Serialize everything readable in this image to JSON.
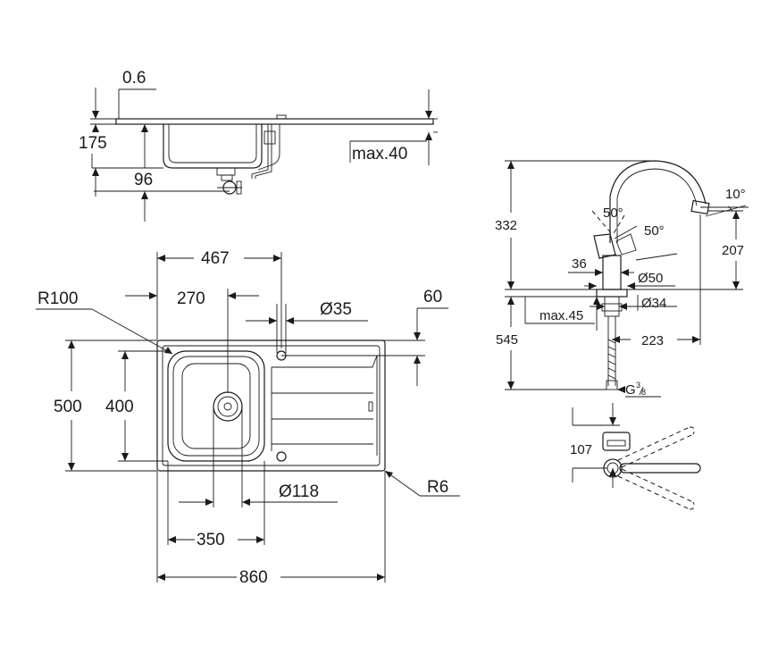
{
  "sink_section": {
    "thickness": "0.6",
    "depth": "175",
    "drain_offset": "96",
    "max_countertop": "max.40"
  },
  "sink_plan": {
    "overall_width": "860",
    "overall_depth": "500",
    "bowl_width": "350",
    "bowl_depth": "400",
    "bowl_edge_to_tap": "467",
    "bowl_center": "270",
    "tap_hole": "Ø35",
    "tap_hole_offset": "60",
    "waste_diameter": "Ø118",
    "corner_radius_bowl": "R100",
    "corner_radius_outer": "R6"
  },
  "faucet": {
    "spout_tilt": "10°",
    "body_height": "332",
    "handle_angle_1": "50°",
    "handle_angle_2": "50°",
    "spout_height": "207",
    "base_offset": "36",
    "base_diameter": "Ø50",
    "shank_diameter": "Ø34",
    "max_deck": "max.45",
    "hose_length": "545",
    "reach": "223",
    "thread": "G",
    "thread_fraction_top": "3",
    "thread_fraction_bottom": "8",
    "swivel_offset": "107"
  }
}
